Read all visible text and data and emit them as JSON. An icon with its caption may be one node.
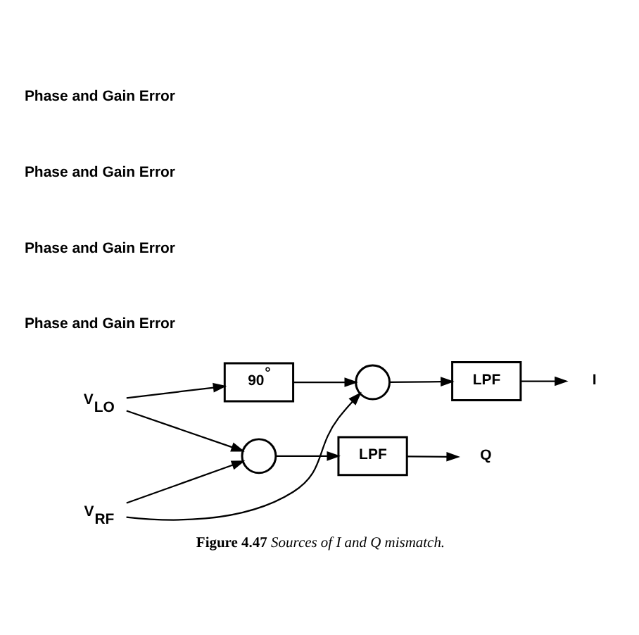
{
  "diagram": {
    "caption": "**Figure 4.47** *Sources of I and Q mismatch.*",
    "nodes": [
      {
        "text": [
          "V$_{RF}$"
        ]
      },
      {
        "text": [],
        "shape": "circle"
      },
      {
        "text": [],
        "shape": "circle"
      },
      {
        "text": [
          "LPF"
        ]
      },
      {
        "text": [
          "LPF"
        ]
      },
      {
        "text": [
          "I"
        ]
      },
      {
        "text": [
          "Q"
        ]
      },
      {
        "text": [
          "V$_{LO}$"
        ]
      },
      {
        "text": [
          "90$^{°}$"
        ]
      }
    ],
    "edges": [
      {
        "from": 0,
        "to": 1,
        "arrow": "to"
      },
      {
        "from": 0,
        "to": 2,
        "arrow": "to"
      },
      {
        "from": 7,
        "to": 8,
        "arrow": "to"
      },
      {
        "from": 8,
        "to": 1,
        "arrow": "to"
      },
      {
        "from": 7,
        "to": 2,
        "arrow": "to"
      },
      {
        "from": 1,
        "to": 3,
        "arrow": "to"
      },
      {
        "from": 3,
        "to": 5,
        "arrow": "to"
      },
      {
        "from": 2,
        "to": 4,
        "arrow": "to"
      },
      {
        "from": 4,
        "to": 6,
        "arrow": "to"
      }
    ],
    "labels": [
      "Phase and Gain Error",
      "Phase and Gain Error",
      "Phase and Gain Error",
      "Phase and Gain Error"
    ]
  }
}
